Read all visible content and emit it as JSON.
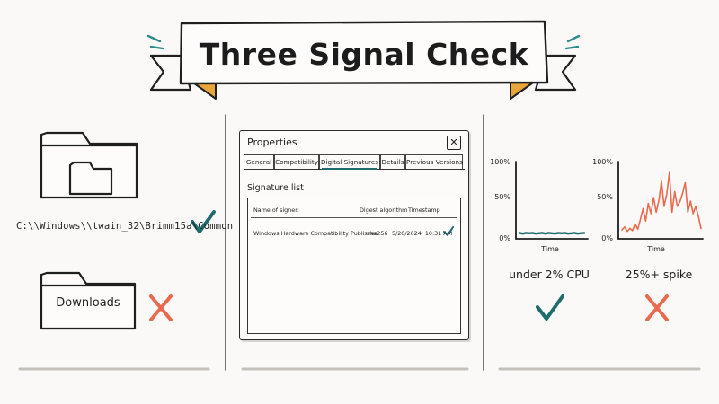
{
  "title": "Three Signal Check",
  "left_panel": {
    "path_label": "C:\\\\Windows\\\\twain_32\\Brimm15a\\Common",
    "downloads_label": "Downloads"
  },
  "dialog": {
    "title": "Properties",
    "close_glyph": "✕",
    "tabs": [
      "General",
      "Compatibility",
      "Digital Signatures",
      "Details",
      "Previous Versions"
    ],
    "active_tab": "Digital Signatures",
    "signature_list_label": "Signature list",
    "columns": [
      "Name of signer:",
      "Digest algorithm",
      "Timestamp"
    ],
    "rows": [
      {
        "signer": "Windows Hardware Compatibility Publisher",
        "digest": "sha256",
        "timestamp": "5/20/2024  10:31 AM"
      }
    ]
  },
  "charts_panel": {
    "left_caption": "under 2% CPU",
    "right_caption": "25%+ spike"
  },
  "chart_data": [
    {
      "type": "line",
      "xlabel": "Time",
      "ytick_labels": [
        "100%",
        "50%",
        "0%"
      ],
      "ylim": [
        0,
        100
      ],
      "x": [
        0,
        1,
        2,
        3,
        4,
        5,
        6,
        7,
        8,
        9,
        10,
        11,
        12,
        13,
        14,
        15,
        16,
        17,
        18,
        19,
        20
      ],
      "values": [
        2,
        1,
        2,
        1.5,
        2,
        1,
        1.5,
        2,
        1,
        2,
        1.5,
        1,
        2,
        1.5,
        2,
        1,
        1.5,
        2,
        1,
        1.5,
        2
      ],
      "color": "#1f6b6e"
    },
    {
      "type": "line",
      "xlabel": "Time",
      "ytick_labels": [
        "100%",
        "50%",
        "0%"
      ],
      "ylim": [
        0,
        100
      ],
      "x": [
        0,
        1,
        2,
        3,
        4,
        5,
        6,
        7,
        8,
        9,
        10,
        11,
        12,
        13,
        14,
        15,
        16,
        17,
        18,
        19,
        20,
        21,
        22,
        23,
        24,
        25,
        26,
        27,
        28,
        29,
        30
      ],
      "values": [
        6,
        10,
        4,
        8,
        5,
        14,
        7,
        20,
        35,
        18,
        42,
        28,
        50,
        30,
        46,
        72,
        38,
        55,
        84,
        30,
        58,
        38,
        44,
        56,
        70,
        30,
        45,
        28,
        38,
        24,
        8
      ],
      "color": "#e86a4f"
    }
  ],
  "colors": {
    "check": "#1f6b6e",
    "cross": "#e86a4f",
    "ribbon_fold": "#e8a63a",
    "accent_dash": "#2f8a8c"
  },
  "icons": {
    "check": "check-icon",
    "cross": "cross-icon",
    "folder": "folder-icon"
  }
}
